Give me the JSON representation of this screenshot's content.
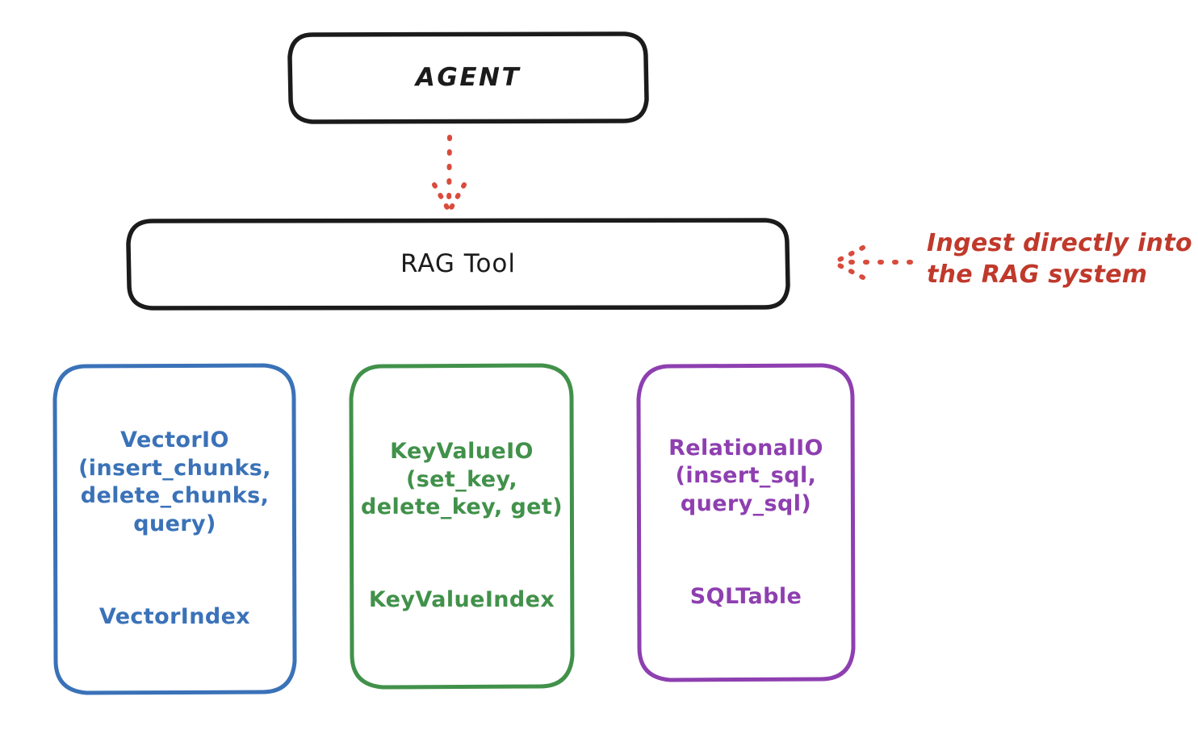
{
  "diagram": {
    "title": "RAG Tool architecture",
    "background_color": "#ffffff",
    "nodes": {
      "agent": {
        "label": "AGENT",
        "stroke_color": "#1b1b1b",
        "shape": "rounded-rectangle"
      },
      "rag_tool": {
        "label": "RAG Tool",
        "stroke_color": "#1b1b1b",
        "shape": "rounded-rectangle"
      },
      "vector_io": {
        "api_label": "VectorIO\n(insert_chunks,\ndelete_chunks,\nquery)",
        "index_label": "VectorIndex",
        "stroke_color": "#3a72b8",
        "shape": "rounded-rectangle"
      },
      "key_value_io": {
        "api_label": "KeyValueIO\n(set_key,\ndelete_key, get)",
        "index_label": "KeyValueIndex",
        "stroke_color": "#41914a",
        "shape": "rounded-rectangle"
      },
      "relational_io": {
        "api_label": "RelationalIO\n(insert_sql,\nquery_sql)",
        "index_label": "SQLTable",
        "stroke_color": "#8e3fb0",
        "shape": "rounded-rectangle"
      }
    },
    "connectors": {
      "agent_to_rag_tool": {
        "style": "dotted",
        "color": "#d94b3c",
        "direction": "down",
        "from": "agent",
        "to": "rag_tool"
      },
      "ingest_connector": {
        "style": "dotted",
        "color": "#d94b3c",
        "direction": "left",
        "to": "rag_tool"
      }
    },
    "annotations": {
      "ingest": {
        "text": "Ingest directly into\nthe RAG system",
        "color": "#c0392b"
      }
    }
  }
}
